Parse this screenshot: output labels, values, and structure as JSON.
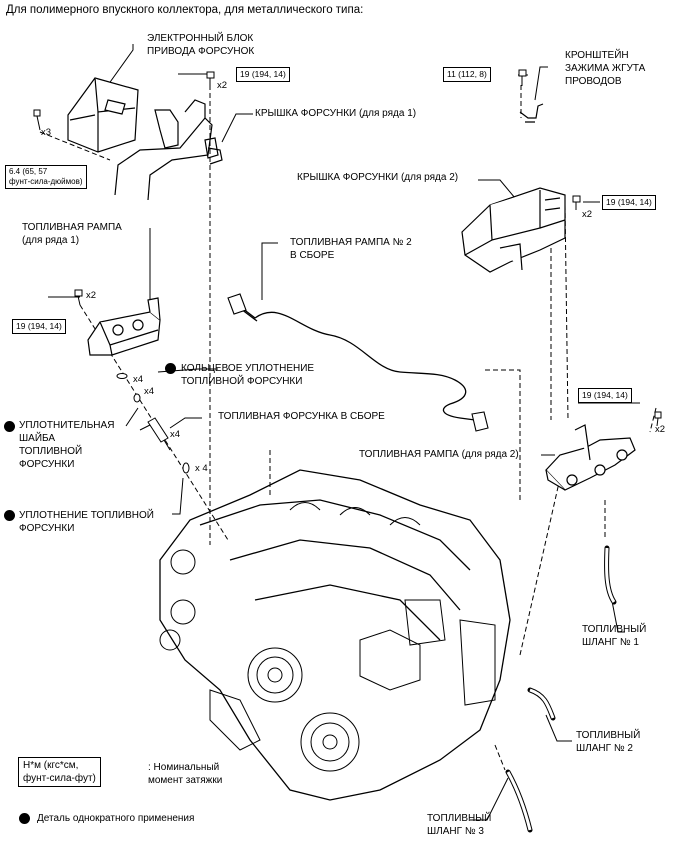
{
  "header": {
    "title": "Для полимерного впускного коллектора, для металлического типа:"
  },
  "labels": {
    "ecu": [
      "ЭЛЕКТРОННЫЙ БЛОК",
      "ПРИВОДА ФОРСУНОК"
    ],
    "bracket": [
      "КРОНШТЕЙН",
      "ЗАЖИМА ЖГУТА",
      "ПРОВОДОВ"
    ],
    "cover1": "КРЫШКА ФОРСУНКИ (для ряда 1)",
    "cover2": "КРЫШКА ФОРСУНКИ (для ряда 2)",
    "rail1": [
      "ТОПЛИВНАЯ РАМПА",
      "(для ряда 1)"
    ],
    "rail2asm": [
      "ТОПЛИВНАЯ РАМПА № 2",
      "В СБОРЕ"
    ],
    "oring": [
      "КОЛЬЦЕВОЕ УПЛОТНЕНИЕ",
      "ТОПЛИВНОЙ ФОРСУНКИ"
    ],
    "washer": [
      "УПЛОТНИТЕЛЬНАЯ",
      "ШАЙБА",
      "ТОПЛИВНОЙ",
      "ФОРСУНКИ"
    ],
    "injector": "ТОПЛИВНАЯ ФОРСУНКА В СБОРЕ",
    "seal": [
      "УПЛОТНЕНИЕ ТОПЛИВНОЙ",
      "ФОРСУНКИ"
    ],
    "rail2": "ТОПЛИВНАЯ РАМПА (для ряда 2)",
    "hose1": [
      "ТОПЛИВНЫЙ",
      "ШЛАНГ № 1"
    ],
    "hose2": [
      "ТОПЛИВНЫЙ",
      "ШЛАНГ № 2"
    ],
    "hose3": [
      "ТОПЛИВНЫЙ",
      "ШЛАНГ № 3"
    ]
  },
  "torques": {
    "ecu_top": "19 (194, 14)",
    "bracket": "11 (112, 8)",
    "cover2": "19 (194, 14)",
    "rail1": "19 (194, 14)",
    "rail2": "19 (194, 14)",
    "ecu_side": [
      "6.4 (65, 57",
      "фунт-сила-дюймов)"
    ]
  },
  "multipliers": {
    "ecu_top": "x2",
    "ecu_side": "x3",
    "cover2": "x2",
    "rail1": "x2",
    "oring": "x4",
    "washer": "x4",
    "injector": "x4",
    "seal": "x 4",
    "rail2": "x2"
  },
  "legend": {
    "torque_box": [
      "Н*м (кгс*см,",
      "фунт-сила-фут)"
    ],
    "torque_desc": [
      ": Номинальный",
      "момент затяжки"
    ],
    "single_use": "Деталь однократного применения"
  }
}
